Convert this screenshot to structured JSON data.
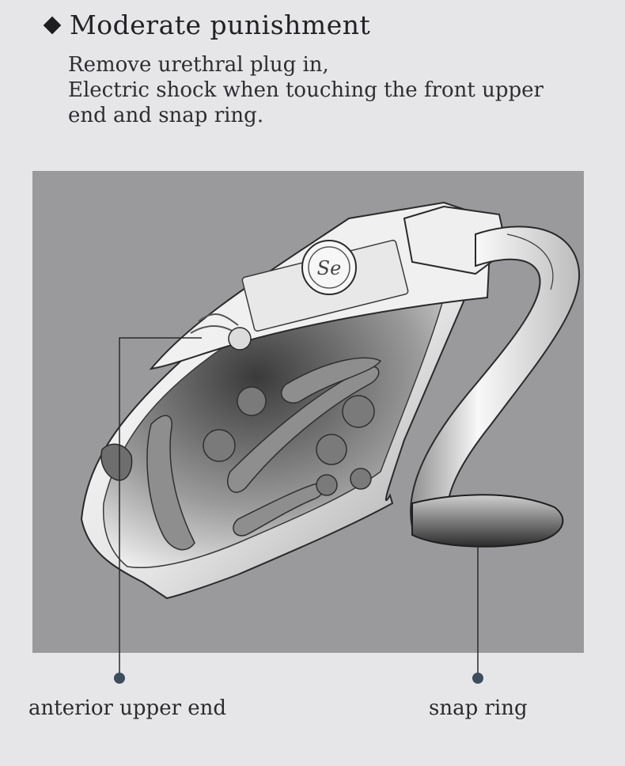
{
  "heading": {
    "icon": "diamond-bullet-icon",
    "title": "Moderate punishment"
  },
  "description": {
    "lines": [
      "Remove urethral plug in,",
      "Electric shock when touching the front upper",
      "end and snap ring."
    ]
  },
  "diagram": {
    "logo_text": "Se",
    "background_color": "#9a9a9d"
  },
  "callouts": {
    "anterior_label": "anterior upper end",
    "snap_label": "snap ring",
    "dot_color": "#3d4d5c"
  }
}
